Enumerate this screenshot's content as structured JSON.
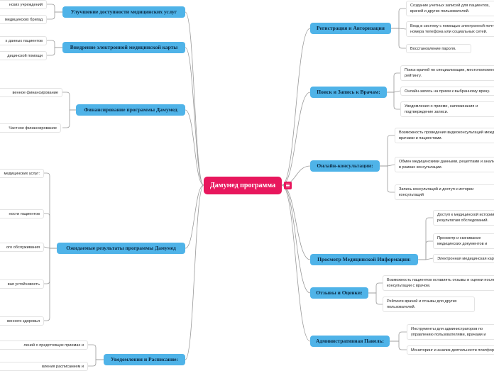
{
  "central": {
    "label": "Дамумед программа"
  },
  "right": [
    {
      "label": "Регистрация и Авторизация",
      "children": [
        "Создание учетных записей для пациентов, врачей и других пользователей.",
        "Вход в систему с помощью электронной почты, номера телефона или социальных сетей.",
        "Восстановление пароля."
      ]
    },
    {
      "label": "Поиск и Запись к Врачам:",
      "children": [
        "Поиск врачей по специализации, местоположению, рейтингу.",
        "Онлайн-запись на прием к выбранному врачу.",
        "Уведомления о приеме, напоминания и подтверждение записи."
      ]
    },
    {
      "label": "Онлайн-консультации:",
      "children": [
        "Возможность проведения видеоконсультаций между врачами и пациентами.",
        "Обмен медицинскими данными, рецептами и анализами в рамках консультации.",
        "Запись консультаций и доступ к истории консультаций"
      ]
    },
    {
      "label": "Просмотр Медицинской Информации:",
      "children": [
        "Доступ к медицинской истории, результатам обследований.",
        "Просмотр и скачивание медицинских документов и анализов.",
        "Электронная медицинская карта."
      ]
    },
    {
      "label": "Отзывы и Оценки:",
      "children": [
        "Возможность пациентов оставлять отзывы и оценки после консультации с врачом.",
        "Рейтинги врачей и отзывы для других пользователей."
      ]
    },
    {
      "label": "Административная Панель:",
      "children": [
        "Инструменты для администраторов по управлению пользователями, врачами и партнерами.",
        "Мониторинг и анализ деятельности платформы."
      ]
    }
  ],
  "left": [
    {
      "label": "Улучшение доступности медицинских услуг",
      "children": [
        "нских учреждений",
        "медицинских бригад"
      ]
    },
    {
      "label": "Внедрение электронной медицинской карты",
      "children": [
        "х данных пациентов",
        "дицинской помощи"
      ]
    },
    {
      "label": "Финансирование программы Дамумед",
      "children": [
        "венное финансирование",
        "Частное финансирование"
      ]
    },
    {
      "label": "Ожидаемые результаты программы Дамумед",
      "children": [
        "медицинских услуг:",
        "ности пациентов",
        "ого обслуживания",
        "вая устойчивость",
        "венного здоровья"
      ]
    },
    {
      "label": "Уведомления и Расписание:",
      "children": [
        "лений о предстоящих приемах и",
        "вления расписанием и"
      ]
    }
  ]
}
